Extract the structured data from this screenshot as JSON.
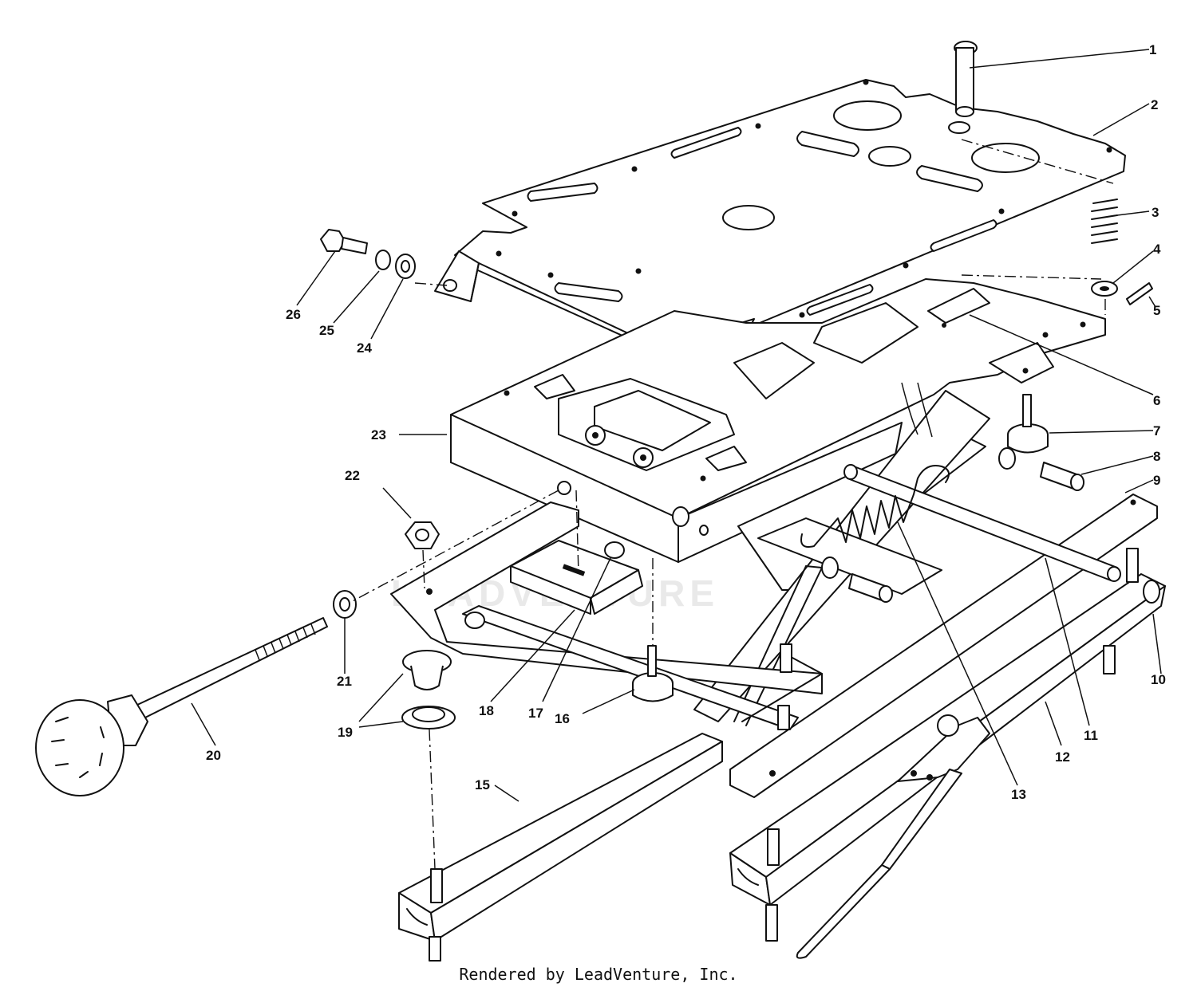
{
  "watermark": "LEADVENTURE",
  "credit": "Rendered by LeadVenture, Inc.",
  "part_labels": [
    "1",
    "2",
    "3",
    "4",
    "5",
    "6",
    "7",
    "8",
    "9",
    "10",
    "11",
    "12",
    "13",
    "15",
    "16",
    "17",
    "18",
    "19",
    "20",
    "21",
    "22",
    "23",
    "24",
    "25",
    "26"
  ]
}
